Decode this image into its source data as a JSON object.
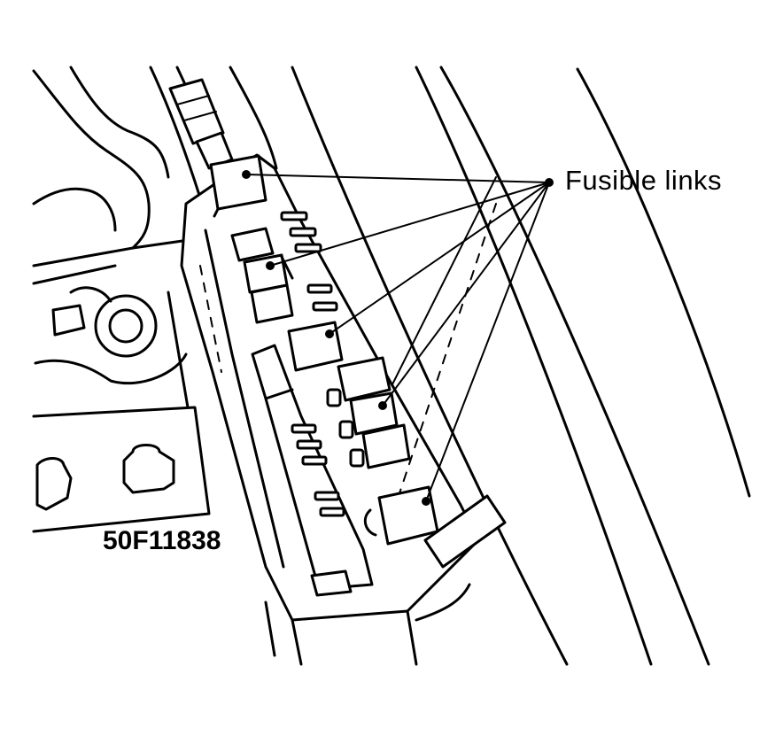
{
  "diagram": {
    "callout_label": "Fusible links",
    "figure_id": "50F11838",
    "ink_color": "#000000",
    "paper_color": "#ffffff",
    "leader_targets": [
      "fusible-link-1",
      "fusible-link-2",
      "fusible-link-3",
      "fusible-link-4",
      "fusible-link-5"
    ]
  }
}
